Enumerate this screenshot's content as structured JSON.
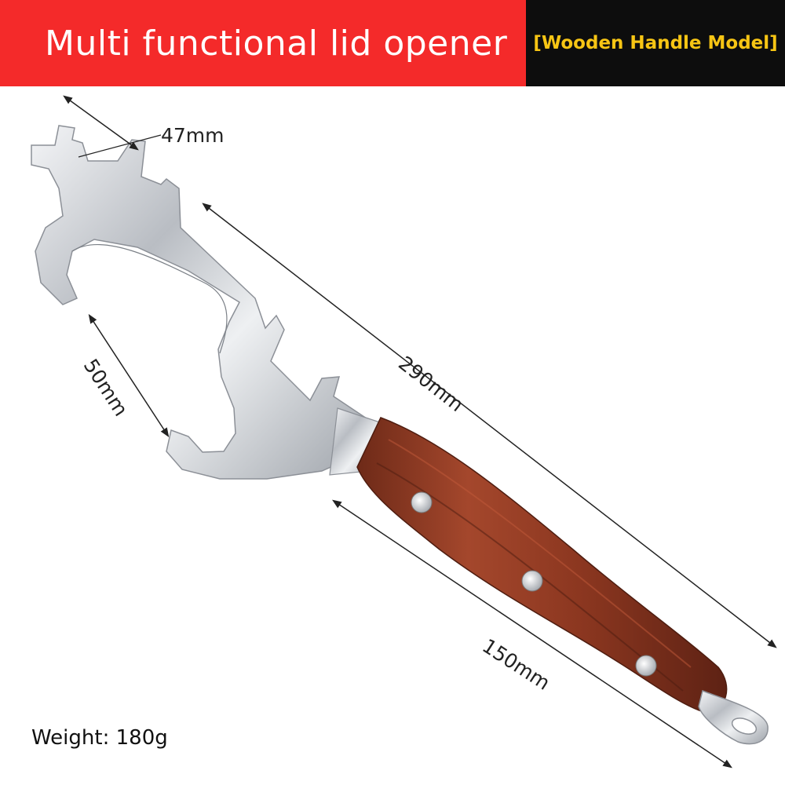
{
  "banner": {
    "title": "Multi functional lid opener",
    "subtitle": "[Wooden Handle Model]",
    "title_bg": "#f42a2a",
    "subtitle_bg": "#0d0d0d",
    "subtitle_color": "#f7c514"
  },
  "dimensions": {
    "hook_width": "47mm",
    "total_length": "290mm",
    "jaw_length": "50mm",
    "handle_length": "150mm"
  },
  "weight": "Weight: 180g",
  "colors": {
    "steel": "#c9ccd1",
    "wood": "#8e3a25",
    "rivet": "#e6e6e6",
    "line": "#222222"
  }
}
